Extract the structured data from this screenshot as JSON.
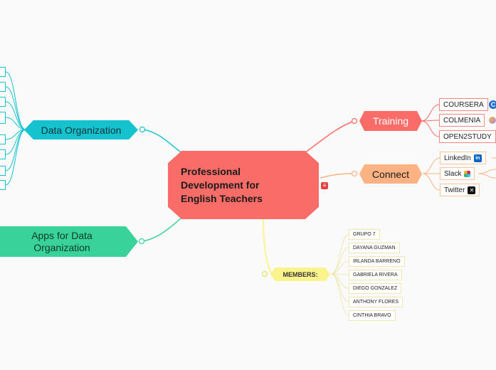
{
  "central": {
    "line1": "Professional",
    "line2": "Development for",
    "line3": "English Teachers"
  },
  "branches": {
    "data_org": {
      "label": "Data Organization",
      "color": "#15c3cf"
    },
    "apps": {
      "line1": "Apps for Data",
      "line2": "Organization",
      "color": "#39d29a"
    },
    "training": {
      "label": "Training",
      "color": "#fa6c68",
      "items": [
        {
          "label": "COURSERA"
        },
        {
          "label": "COLMENIA"
        },
        {
          "label": "OPEN2STUDY"
        }
      ]
    },
    "connect": {
      "label": "Connect",
      "color": "#fdb283",
      "items": [
        {
          "label": "LinkedIn"
        },
        {
          "label": "Slack"
        },
        {
          "label": "Twitter"
        }
      ]
    },
    "members": {
      "label": "MEMBERS:",
      "color": "#fbf38b",
      "items": [
        {
          "label": "GRUPO 7"
        },
        {
          "label": "DAYANA GUZMAN"
        },
        {
          "label": "IRLANDA BARRENO"
        },
        {
          "label": "GABRIELA RIVERA"
        },
        {
          "label": "DIEGO GONZALEZ"
        },
        {
          "label": "ANTHONY FLORES"
        },
        {
          "label": "CINTHIA BRAVO"
        }
      ]
    }
  },
  "icons": {
    "coursera": "coursera-logo-icon",
    "colmenia": "colmenia-logo-icon",
    "linkedin": "linkedin-icon",
    "slack": "slack-icon",
    "twitter": "x-twitter-icon",
    "notes": "notes-icon"
  }
}
